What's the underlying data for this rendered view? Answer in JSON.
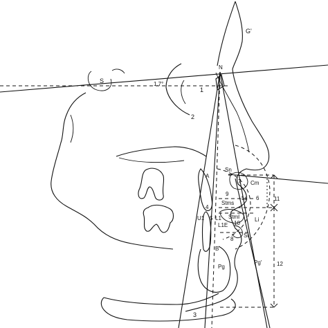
{
  "labels": {
    "g_prime": "G'",
    "n": "N",
    "s": "S",
    "angle": "1.7°",
    "one": "1",
    "two": "2",
    "three": "3",
    "four": "4",
    "five": "5",
    "six": "6",
    "seven": "7",
    "eight": "8",
    "nine": "9",
    "ten": "10",
    "eleven": "11",
    "twelve": "12",
    "sn": "Sn",
    "cm": "Cm",
    "a": "A",
    "ls": "Ls",
    "stms": "Stms",
    "stmi": "Stml",
    "l1": "L1",
    "u1": "U1",
    "l1e": "L1E",
    "li": "Li",
    "si": "Si",
    "b": "B",
    "pg": "Pg",
    "pg_prime": "Pg'"
  }
}
